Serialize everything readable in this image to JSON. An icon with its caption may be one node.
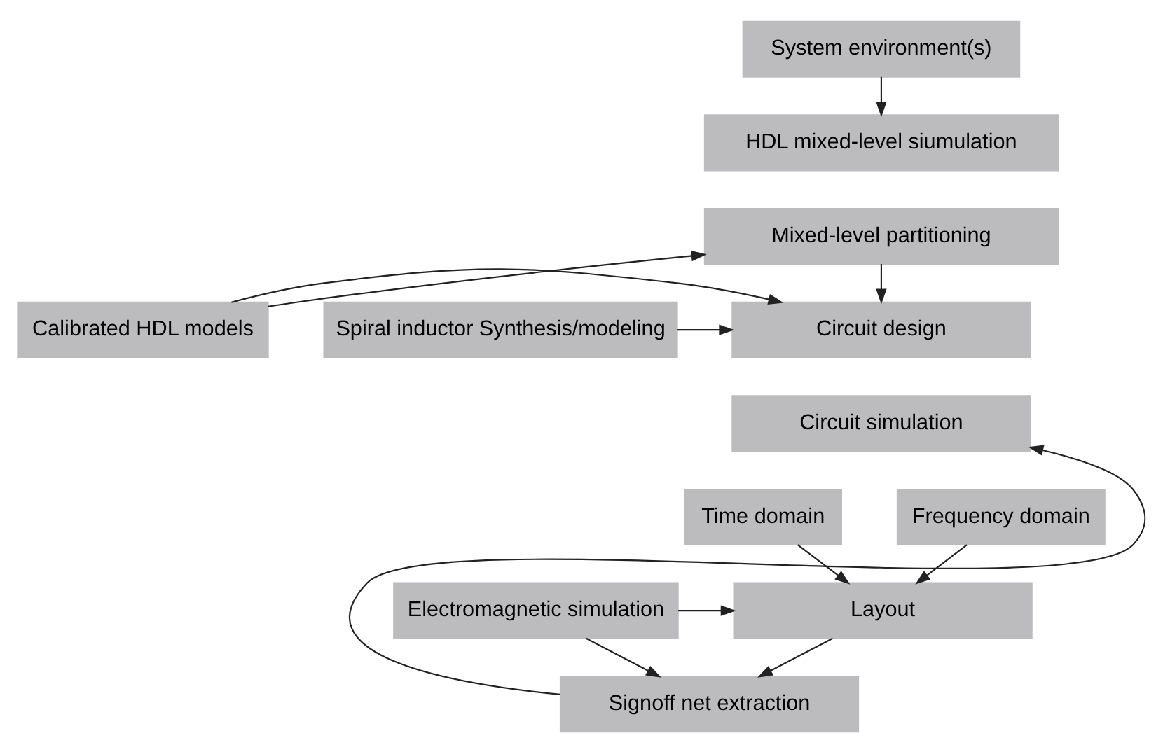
{
  "diagram": {
    "nodes": [
      {
        "text": [
          "System environment(s)"
        ]
      },
      {
        "text": [
          "HDL mixed-level siumulation"
        ]
      },
      {
        "text": [
          "Mixed-level partitioning"
        ]
      },
      {
        "text": [
          "Circuit design"
        ]
      },
      {
        "text": [
          "Circuit simulation"
        ]
      },
      {
        "text": [
          "Time domain"
        ]
      },
      {
        "text": [
          "Frequency domain"
        ]
      },
      {
        "text": [
          "Layout"
        ]
      },
      {
        "text": [
          "Signoff net extraction"
        ]
      },
      {
        "text": [
          "Calibrated HDL models"
        ]
      },
      {
        "text": [
          "Spiral inductor Synthesis/modeling"
        ]
      },
      {
        "text": [
          "Electromagnetic simulation"
        ]
      }
    ],
    "edges": [
      {
        "from": 0,
        "to": 1,
        "arrow": "to"
      },
      {
        "from": 9,
        "to": 2,
        "arrow": "to"
      },
      {
        "from": 2,
        "to": 3,
        "arrow": "to"
      },
      {
        "from": 9,
        "to": 3,
        "arrow": "to"
      },
      {
        "from": 10,
        "to": 3,
        "arrow": "to"
      },
      {
        "from": 5,
        "to": 7,
        "arrow": "to"
      },
      {
        "from": 6,
        "to": 7,
        "arrow": "to"
      },
      {
        "from": 11,
        "to": 7,
        "arrow": "to"
      },
      {
        "from": 7,
        "to": 8,
        "arrow": "to"
      },
      {
        "from": 11,
        "to": 8,
        "arrow": "to"
      },
      {
        "from": 8,
        "to": 4,
        "arrow": "to"
      }
    ]
  }
}
